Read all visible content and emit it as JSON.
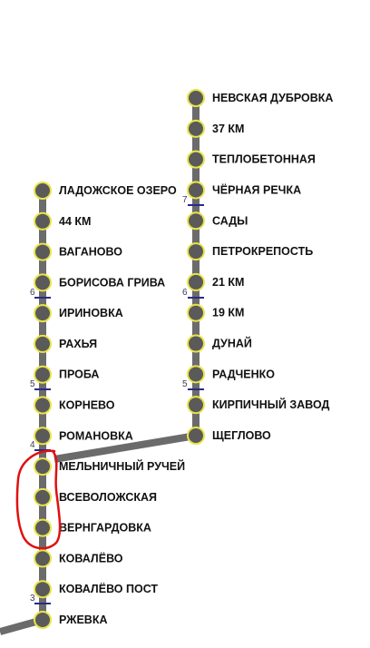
{
  "colors": {
    "track": "#6b6b6b",
    "station_fill": "#5a5a5a",
    "station_ring": "#e8e44a",
    "zone_tick": "#2a2a8a",
    "annotation": "#e01010",
    "text": "#111111"
  },
  "map": {
    "left_line": {
      "stations": [
        "ЛАДОЖСКОЕ ОЗЕРО",
        "44 КМ",
        "ВАГАНОВО",
        "БОРИСОВА ГРИВА",
        "ИРИНОВКА",
        "РАХЬЯ",
        "ПРОБА",
        "КОРНЕВО",
        "РОМАНОВКА",
        "МЕЛЬНИЧНЫЙ РУЧЕЙ",
        "ВСЕВОЛОЖСКАЯ",
        "ВЕРНГАРДОВКА",
        "КОВАЛЁВО",
        "КОВАЛЁВО ПОСТ",
        "РЖЕВКА"
      ],
      "zones": [
        "6",
        "5",
        "4",
        "3"
      ]
    },
    "right_line": {
      "stations": [
        "НЕВСКАЯ ДУБРОВКА",
        "37 КМ",
        "ТЕПЛОБЕТОННАЯ",
        "ЧЁРНАЯ РЕЧКА",
        "САДЫ",
        "ПЕТРОКРЕПОСТЬ",
        "21 КМ",
        "19 КМ",
        "ДУНАЙ",
        "РАДЧЕНКО",
        "КИРПИЧНЫЙ ЗАВОД",
        "ЩЕГЛОВО"
      ],
      "zones": [
        "7",
        "6",
        "5"
      ]
    },
    "icons": [
      "station-icon",
      "zone-boundary-icon",
      "hand-drawn-circle-icon"
    ]
  }
}
